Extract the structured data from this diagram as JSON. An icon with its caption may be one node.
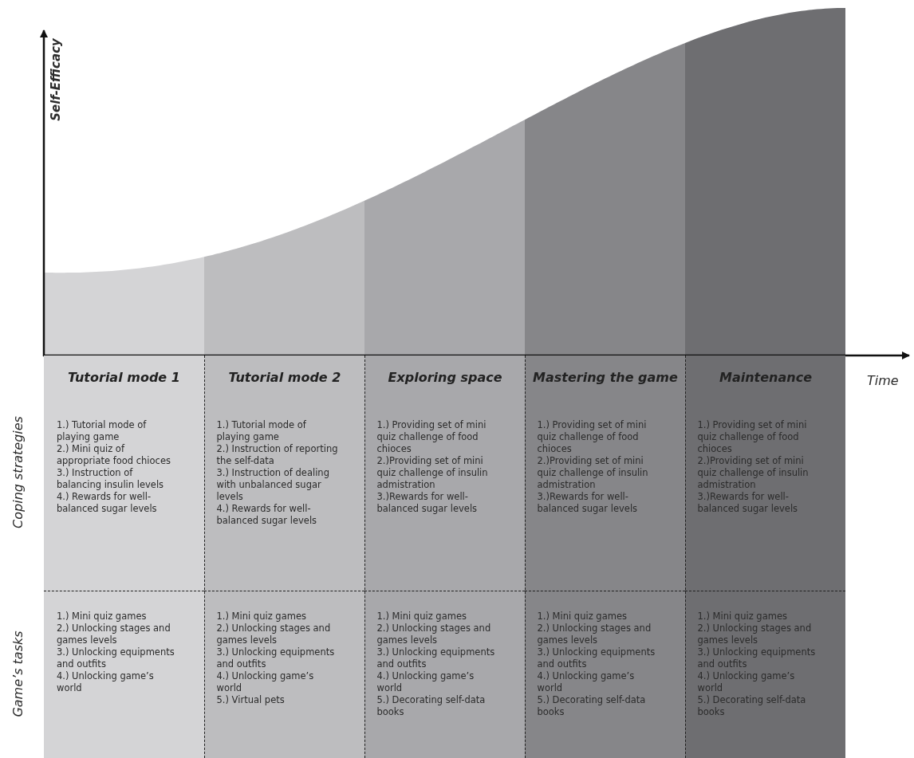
{
  "diagram": {
    "nodes": [
      {
        "text": [
          "Tutorial mode 1"
        ]
      },
      {
        "text": [
          "1.) Tutorial mode of playing game",
          "2.) Mini quiz of appropriate food chioces",
          "3.) Instruction of balancing insulin levels",
          "4.) Rewards for well-balanced sugar levels"
        ],
        "in": 0
      },
      {
        "text": [
          "1.) Mini quiz games",
          "2.) Unlocking stages and games levels",
          "3.) Unlocking equipments and outfits",
          "4.) Unlocking game’s world"
        ],
        "in": 0
      },
      {
        "text": [
          "Tutorial mode 2"
        ]
      },
      {
        "text": [
          "1.) Tutorial mode of playing game",
          "2.) Instruction of reporting the self-data",
          "3.) Instruction of dealing with unbalanced sugar levels",
          "4.) Rewards for well-balanced sugar levels"
        ],
        "in": 3
      },
      {
        "text": [
          "1.) Mini quiz games",
          "2.) Unlocking stages and games levels",
          "3.) Unlocking equipments and outfits",
          "4.) Unlocking game’s world",
          "5.) Virtual pets"
        ],
        "in": 3
      },
      {
        "text": [
          "Exploring space"
        ]
      },
      {
        "text": [
          "1.) Providing set of mini quiz challenge of food chioces",
          "2.)Providing set of mini quiz challenge of insulin admistration",
          "3.)Rewards for well-balanced sugar levels"
        ],
        "in": 6
      },
      {
        "text": [
          "1.) Mini quiz games",
          "2.) Unlocking stages and games levels",
          "3.) Unlocking equipments and outfits",
          "4.) Unlocking game’s world",
          "5.) Decorating self-data books"
        ],
        "in": 6
      },
      {
        "text": [
          "Mastering the game"
        ]
      },
      {
        "text": [
          "1.) Providing set of mini quiz challenge of food chioces",
          "2.)Providing set of mini quiz challenge of insulin admistration",
          "3.)Rewards for well-balanced sugar levels"
        ],
        "in": 9
      },
      {
        "text": [
          "1.) Mini quiz games",
          "2.) Unlocking stages and games levels",
          "3.) Unlocking equipments and outfits",
          "4.) Unlocking game’s world",
          "5.) Decorating self-data books"
        ],
        "in": 9
      },
      {
        "text": [
          "Maintenance"
        ]
      },
      {
        "text": [
          "1.) Providing set of mini quiz challenge of food chioces",
          "2.)Providing set of mini quiz challenge of insulin admistration",
          "3.)Rewards for well-balanced sugar levels"
        ],
        "in": 12
      },
      {
        "text": [
          "1.) Mini quiz games",
          "2.) Unlocking stages and games levels",
          "3.) Unlocking equipments and outfits",
          "4.) Unlocking game’s world",
          "5.) Decorating self-data books"
        ],
        "in": 12
      }
    ],
    "edges": [],
    "labels": [
      "Self-Efficacy",
      "Time",
      "Coping strategies",
      "Game’s tasks"
    ]
  }
}
